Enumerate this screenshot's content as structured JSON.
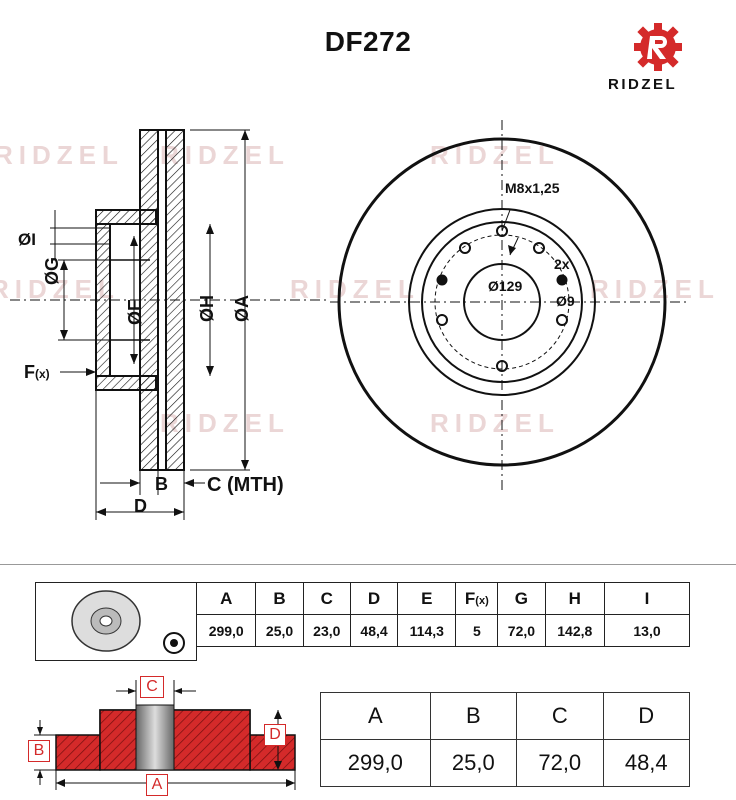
{
  "product": {
    "code": "DF272",
    "brand": "RIDZEL"
  },
  "side_view": {
    "labels": {
      "I": "ØI",
      "G": "ØG",
      "E": "ØE",
      "H": "ØH",
      "A": "ØA",
      "F": "F",
      "F_sub": "(x)",
      "B": "B",
      "C": "C (MTH)",
      "D": "D"
    }
  },
  "front_view": {
    "thread": "M8x1,25",
    "pcd": "Ø129",
    "holes_count": "2x",
    "holes_diameter": "Ø9"
  },
  "spec_table": {
    "headers": [
      "A",
      "B",
      "C",
      "D",
      "E",
      "F",
      "G",
      "H",
      "I"
    ],
    "f_sub": "(x)",
    "values": [
      "299,0",
      "25,0",
      "23,0",
      "48,4",
      "114,3",
      "5",
      "72,0",
      "142,8",
      "13,0"
    ]
  },
  "hub_section": {
    "labels": {
      "A": "A",
      "B": "B",
      "C": "C",
      "D": "D"
    },
    "fill_color": "#d42a2a"
  },
  "dim_table": {
    "headers": [
      "A",
      "B",
      "C",
      "D"
    ],
    "values": [
      "299,0",
      "25,0",
      "72,0",
      "48,4"
    ]
  },
  "colors": {
    "accent": "#d42a2a",
    "watermark": "#ebd6d6"
  }
}
